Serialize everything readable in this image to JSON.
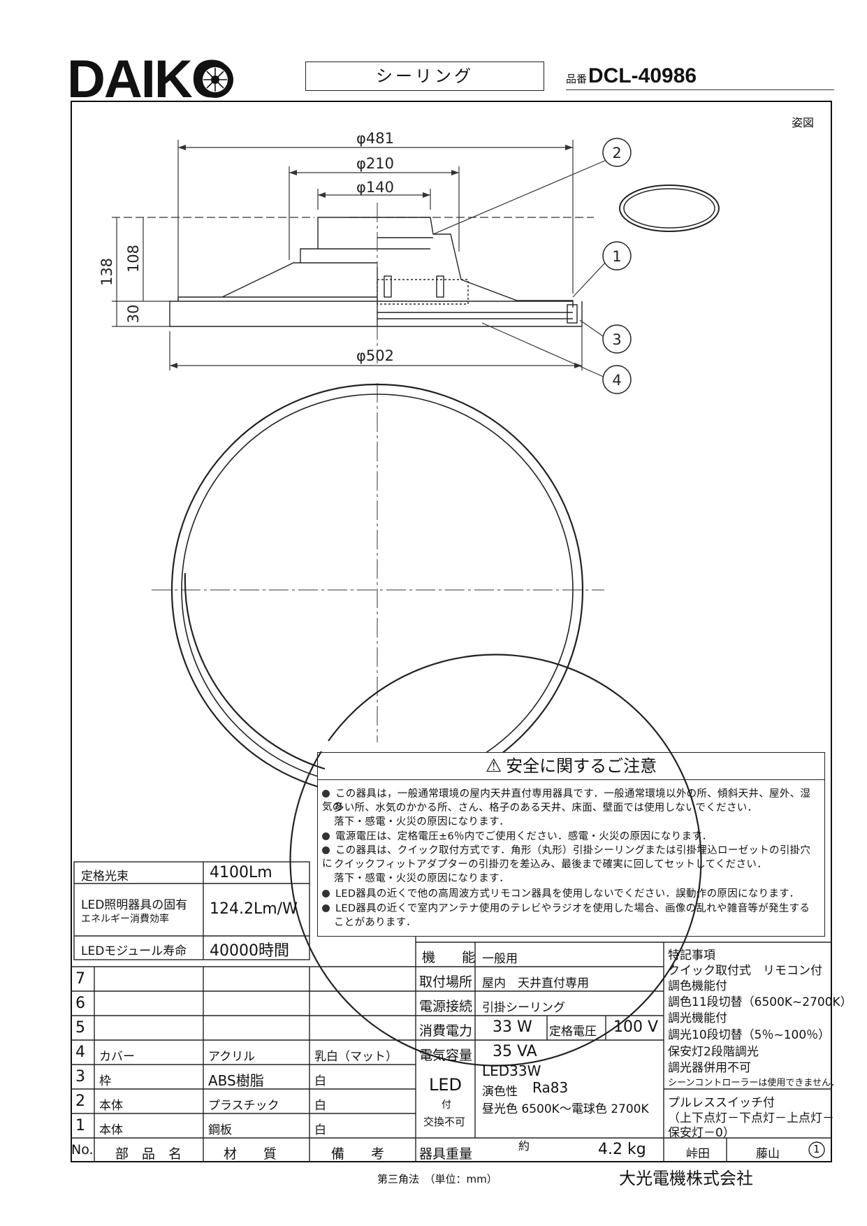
{
  "header": {
    "brand": "DAIKO",
    "product_type": "シーリング",
    "model_prefix": "品番",
    "model_number": "DCL-40986"
  },
  "drawing": {
    "view_label": "姿図",
    "dimensions": {
      "d481": "φ481",
      "d210": "φ210",
      "d140": "φ140",
      "d502": "φ502",
      "h138": "138",
      "h108": "108",
      "h30": "30"
    },
    "callouts": [
      "1",
      "2",
      "3",
      "4"
    ]
  },
  "safety": {
    "title": "安全に関するご注意",
    "notes": [
      "この器具は，一般通常環境の屋内天井直付専用器具です．一般通常環境以外の所、傾斜天井、屋外、湿気の",
      "多い所、水気のかかる所、さん、格子のある天井、床面、壁面では使用しないでください．",
      "落下・感電・火災の原因になります．",
      "電源電圧は、定格電圧±6％内でご使用ください．感電・火災の原因になります．",
      "この器具は、クイック取付方式です．角形（丸形）引掛シーリングまたは引掛埋込ローゼットの引掛穴に",
      "クイックフィットアダプターの引掛刃を差込み、最後まで確実に回してセットしてください．",
      "落下・感電・火災の原因になります．",
      "LED器具の近くで他の高周波方式リモコン器具を使用しないでください．誤動作の原因になります．",
      "LED器具の近くで室内アンテナ使用のテレビやラジオを使用した場合、画像の乱れや雑音等が発生する",
      "ことがあります．"
    ]
  },
  "performance": {
    "rows": [
      {
        "label": "定格光束",
        "value": "4100Lm"
      },
      {
        "label1": "LED照明器具の固有",
        "label2": "エネルギー消費効率",
        "value": "124.2Lm/W"
      },
      {
        "label": "LEDモジュール寿命",
        "value": "40000時間"
      }
    ]
  },
  "parts": {
    "rows": [
      {
        "no": "7",
        "part": "",
        "material": "",
        "note": ""
      },
      {
        "no": "6",
        "part": "",
        "material": "",
        "note": ""
      },
      {
        "no": "5",
        "part": "",
        "material": "",
        "note": ""
      },
      {
        "no": "4",
        "part": "カバー",
        "material": "アクリル",
        "note": "乳白（マット）"
      },
      {
        "no": "3",
        "part": "枠",
        "material": "ABS樹脂",
        "note": "白"
      },
      {
        "no": "2",
        "part": "本体",
        "material": "プラスチック",
        "note": "白"
      },
      {
        "no": "1",
        "part": "本体",
        "material": "鋼板",
        "note": "白"
      }
    ],
    "header": {
      "no": "No.",
      "part": "部　品　名",
      "material": "材　　質",
      "note": "備　　考"
    }
  },
  "specs": {
    "function_label": "機　　能",
    "function": "一般用",
    "mount_label": "取付場所",
    "mount": "屋内　天井直付専用",
    "power_conn_label": "電源接続",
    "power_conn": "引掛シーリング",
    "consumption_label": "消費電力",
    "consumption": "33 W",
    "voltage_label": "定格電圧",
    "voltage": "100 V",
    "capacity_label": "電気容量",
    "capacity": "35 VA",
    "led_label": "LED",
    "led_sub1": "付",
    "led_sub2": "交換不可",
    "led_line1": "LED33W",
    "led_line2a": "演色性",
    "led_line2b": "Ra83",
    "led_line3": "昼光色 6500K～電球色 2700K",
    "weight_label": "器具重量",
    "weight_approx": "約",
    "weight": "4.2 kg"
  },
  "remarks": {
    "title": "特記事項",
    "lines": [
      "クイック取付式　リモコン付",
      "調色機能付",
      "調色11段切替（6500K~2700K）",
      "調光機能付",
      "調光10段切替（5％~100％）",
      "保安灯2段階調光",
      "調光器併用不可",
      "シーンコントローラーは使用できません．",
      "プルレススイッチ付",
      "（上下点灯－下点灯－上点灯－",
      "保安灯－0）"
    ]
  },
  "signatures": {
    "drawn": "峠田",
    "checked": "藤山",
    "rev": "1"
  },
  "footer": {
    "projection": "第三角法　（単位：mm）",
    "company": "大光電機株式会社"
  }
}
